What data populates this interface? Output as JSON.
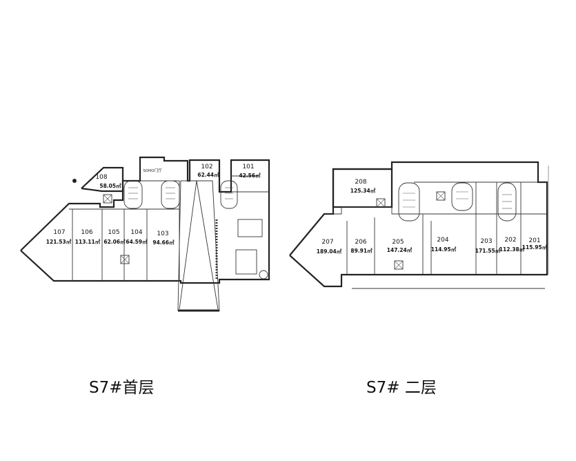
{
  "plans": [
    {
      "title": "S7#首层",
      "units": [
        {
          "number": "108",
          "area": "58.05㎡"
        },
        {
          "number": "102",
          "area": "62.44㎡"
        },
        {
          "number": "101",
          "area": "42.56㎡"
        },
        {
          "number": "107",
          "area": "121.53㎡"
        },
        {
          "number": "106",
          "area": "113.11㎡"
        },
        {
          "number": "105",
          "area": "62.06㎡"
        },
        {
          "number": "104",
          "area": "64.59㎡"
        },
        {
          "number": "103",
          "area": "94.66㎡"
        }
      ],
      "annotations": {
        "soho_hall": "SOHO门厅"
      }
    },
    {
      "title": "S7# 二层",
      "units": [
        {
          "number": "208",
          "area": "125.34㎡"
        },
        {
          "number": "207",
          "area": "189.04㎡"
        },
        {
          "number": "206",
          "area": "89.91㎡"
        },
        {
          "number": "205",
          "area": "147.24㎡"
        },
        {
          "number": "204",
          "area": "114.95㎡"
        },
        {
          "number": "203",
          "area": "171.55㎡"
        },
        {
          "number": "202",
          "area": "112.38㎡"
        },
        {
          "number": "201",
          "area": "115.95㎡"
        }
      ]
    }
  ]
}
